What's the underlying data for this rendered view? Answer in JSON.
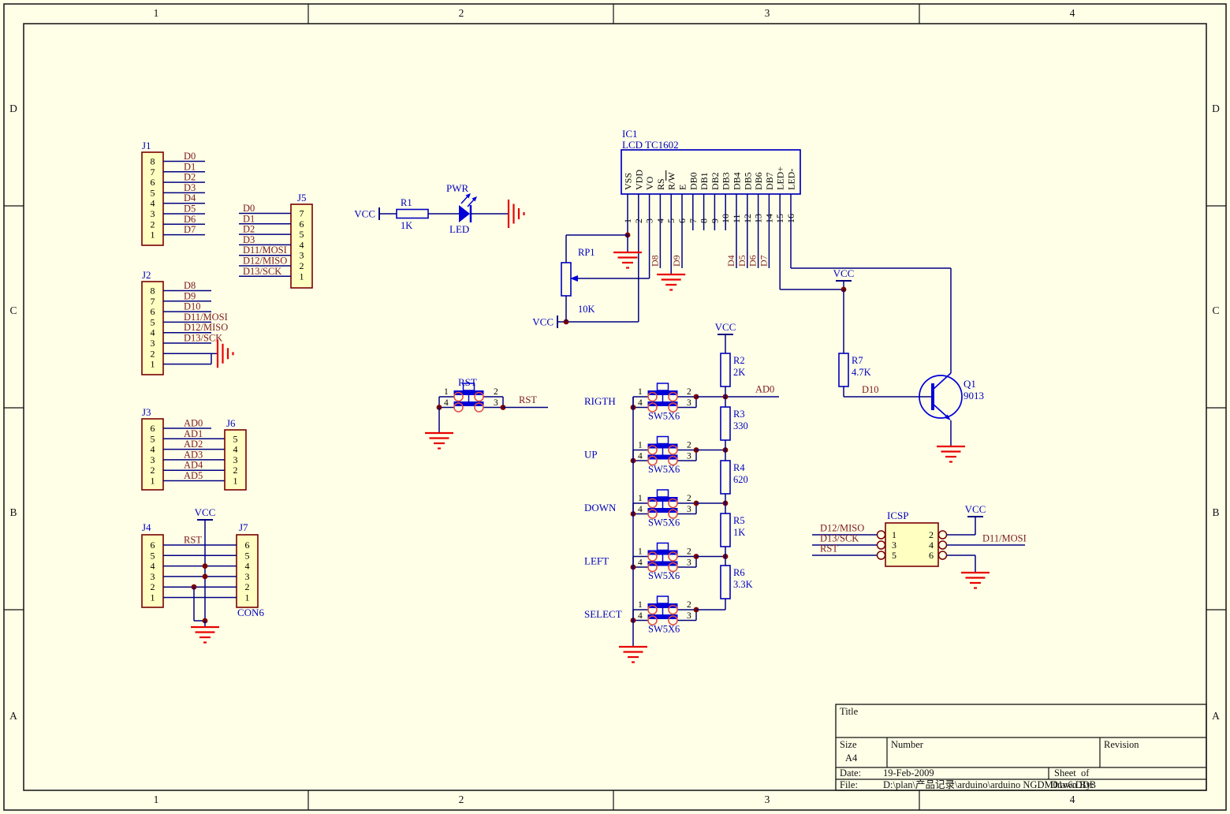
{
  "sheet_frame": {
    "zone_columns": [
      "1",
      "2",
      "3",
      "4"
    ],
    "zone_rows": [
      "D",
      "C",
      "B",
      "A"
    ]
  },
  "colors": {
    "background": "#FFFFE8",
    "frame": "#111111",
    "wire": "#000082",
    "net_label": "#7D1A1A",
    "designator": "#0000BE",
    "component_border": "#7A0000",
    "component_fill": "#FFFFC2",
    "switch_blue": "#0000D8",
    "ground": "#E80000",
    "junction": "#7A0000",
    "pad": "#E05048",
    "pin_text": "#000000"
  },
  "power": {
    "vcc": "VCC"
  },
  "connectors": {
    "j1": {
      "designator": "J1",
      "pins": [
        "8",
        "7",
        "6",
        "5",
        "4",
        "3",
        "2",
        "1"
      ],
      "nets": [
        "D0",
        "D1",
        "D2",
        "D3",
        "D4",
        "D5",
        "D6",
        "D7"
      ]
    },
    "j2": {
      "designator": "J2",
      "pins": [
        "8",
        "7",
        "6",
        "5",
        "4",
        "3",
        "2",
        "1"
      ],
      "nets": [
        "D8",
        "D9",
        "D10",
        "D11/MOSI",
        "D12/MISO",
        "D13/SCK"
      ]
    },
    "j3": {
      "designator": "J3",
      "pins": [
        "6",
        "5",
        "4",
        "3",
        "2",
        "1"
      ],
      "nets": [
        "AD0",
        "AD1",
        "AD2",
        "AD3",
        "AD4",
        "AD5"
      ]
    },
    "j4": {
      "designator": "J4",
      "pins": [
        "6",
        "5",
        "4",
        "3",
        "2",
        "1"
      ],
      "nets": [
        "RST"
      ]
    },
    "j5": {
      "designator": "J5",
      "pins": [
        "7",
        "6",
        "5",
        "4",
        "3",
        "2",
        "1"
      ],
      "nets": [
        "D0",
        "D1",
        "D2",
        "D3",
        "D11/MOSI",
        "D12/MISO",
        "D13/SCK"
      ]
    },
    "j6": {
      "designator": "J6",
      "pins": [
        "5",
        "4",
        "3",
        "2",
        "1"
      ]
    },
    "j7": {
      "designator": "J7",
      "pins": [
        "6",
        "5",
        "4",
        "3",
        "2",
        "1"
      ],
      "value": "CON6"
    }
  },
  "lcd": {
    "designator": "IC1",
    "value": "LCD  TC1602",
    "pin_names": [
      "VSS",
      "VDD",
      "VO",
      "RS",
      "R/W",
      "E",
      "DB0",
      "DB1",
      "DB2",
      "DB3",
      "DB4",
      "DB5",
      "DB6",
      "DB7",
      "LED+",
      "LED-"
    ],
    "pin_numbers": [
      "1",
      "2",
      "3",
      "4",
      "5",
      "6",
      "7",
      "8",
      "9",
      "10",
      "11",
      "12",
      "13",
      "14",
      "15",
      "16"
    ],
    "rs_net": "D8",
    "e_net": "D9",
    "data_nets": [
      "D4",
      "D5",
      "D6",
      "D7"
    ]
  },
  "power_led": {
    "vcc": "VCC",
    "resistor": "R1",
    "resistor_value": "1K",
    "top_label": "PWR",
    "bottom_label": "LED"
  },
  "contrast_pot": {
    "designator": "RP1",
    "value": "10K",
    "vcc": "VCC"
  },
  "reset_switch": {
    "label": "RST",
    "net": "RST",
    "pins": [
      "1",
      "2",
      "4",
      "3"
    ]
  },
  "keypad": {
    "vcc": "VCC",
    "output_net": "AD0",
    "switch_part": "SW5X6",
    "pins": [
      "1",
      "2",
      "4",
      "3"
    ],
    "buttons": [
      "RIGTH",
      "UP",
      "DOWN",
      "LEFT",
      "SELECT"
    ],
    "resistors": [
      {
        "designator": "R2",
        "value": "2K"
      },
      {
        "designator": "R3",
        "value": "330"
      },
      {
        "designator": "R4",
        "value": "620"
      },
      {
        "designator": "R5",
        "value": "1K"
      },
      {
        "designator": "R6",
        "value": "3.3K"
      }
    ]
  },
  "backlight": {
    "vcc": "VCC",
    "resistor": "R7",
    "resistor_value": "4.7K",
    "net": "D10",
    "transistor": "Q1",
    "transistor_value": "9013"
  },
  "icsp": {
    "designator": "ICSP",
    "left_pins": [
      "1",
      "3",
      "5"
    ],
    "right_pins": [
      "2",
      "4",
      "6"
    ],
    "left_nets": [
      "D12/MISO",
      "D13/SCK",
      "RST"
    ],
    "mosi_net": "D11/MOSI",
    "vcc": "VCC"
  },
  "title_block": {
    "title_label": "Title",
    "size_label": "Size",
    "size_value": "A4",
    "number_label": "Number",
    "revision_label": "Revision",
    "date_label": "Date:",
    "date_value": "19-Feb-2009",
    "sheet_label": "Sheet",
    "of_label": "of",
    "file_label": "File:",
    "file_value": "D:\\plan\\产品记录\\arduino\\arduino NGDM01v6.DDB",
    "drawn_by_label": "Drawn By:"
  }
}
